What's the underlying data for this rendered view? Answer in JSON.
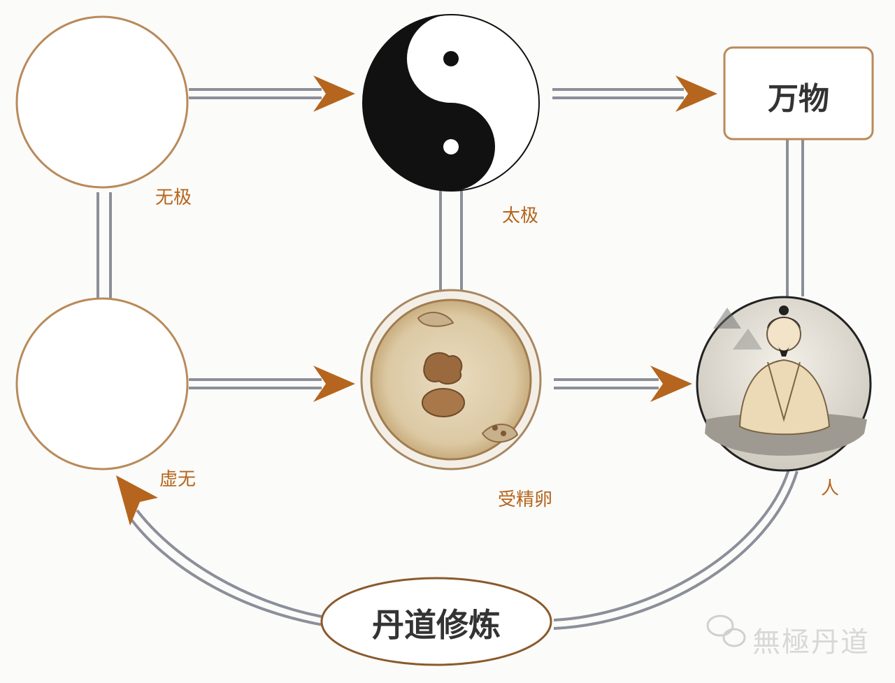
{
  "nodes": {
    "wuji": {
      "label": "无极"
    },
    "taiji": {
      "label": "太极"
    },
    "wanwu": {
      "label": "万物"
    },
    "xuwu": {
      "label": "虚无"
    },
    "zygote": {
      "label": "受精卵"
    },
    "person": {
      "label": "人"
    },
    "cultivation": {
      "label": "丹道修炼"
    }
  },
  "watermark": {
    "text": "無極丹道"
  },
  "colors": {
    "accent": "#b5651d",
    "arrow_gray": "#8c8f9a",
    "circle_border": "#b98a5a",
    "label": "#b5651d"
  }
}
